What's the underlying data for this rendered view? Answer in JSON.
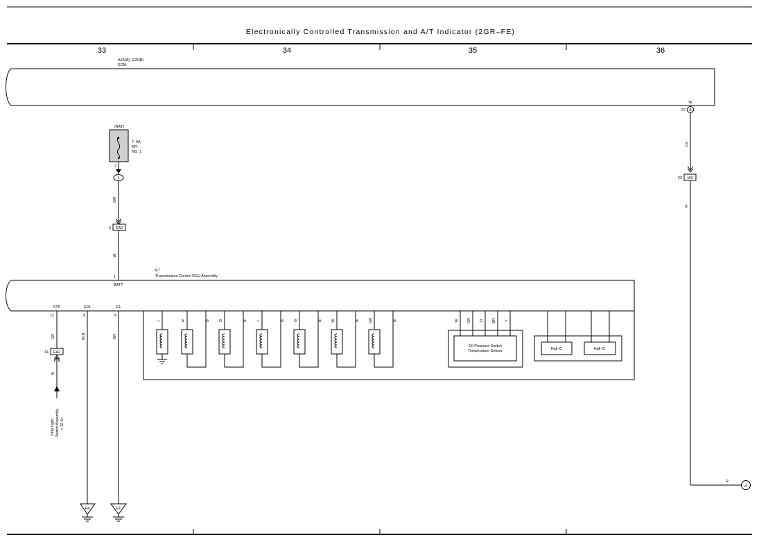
{
  "title": "Electronically Controlled Transmission and A/T Indicator (2GR–FE)",
  "columns": [
    "33",
    "34",
    "35",
    "36"
  ],
  "ecm": {
    "ref": "A25(A), E26(B)",
    "name": "ECM",
    "pin_pin": "27",
    "pin_conn": "A",
    "pin_wire": "W"
  },
  "fuse": {
    "source": "(BAT)",
    "rating": "7. 5A",
    "name": "EFI",
    "number": "NO. 1",
    "pin": "2",
    "junction": "1"
  },
  "wires": {
    "gr_upper": "GR",
    "w_batt": "W",
    "lg": "LG",
    "r_vertical": "R",
    "r_bottom": "R",
    "stp_gr": "GR",
    "stp_b": "B",
    "e01": "W-B",
    "e1": "BR"
  },
  "connectors": {
    "ea2_top": {
      "pin": "3",
      "name": "EA2"
    },
    "ia3": {
      "pin": "22",
      "name": "IA3"
    },
    "ea2_stp": {
      "pin": "14",
      "name": "EA2"
    }
  },
  "tcu": {
    "ref": "E7",
    "name": "Transmission Control ECU Assembly",
    "batt_pin": "1",
    "batt_label": "BATT",
    "bottom_pins": [
      {
        "label": "STP",
        "pin": "12"
      },
      {
        "label": "E01",
        "pin": "9"
      },
      {
        "label": "E1",
        "pin": "8"
      }
    ]
  },
  "solenoid_wires": [
    "L",
    "R",
    "B",
    "O",
    "B",
    "L",
    "B",
    "G",
    "B",
    "W",
    "B",
    "GR",
    "B"
  ],
  "sensor_wires": [
    "W",
    "GR",
    "O",
    "BR",
    "Y"
  ],
  "sensor": {
    "line1": "Oil Pressure Switch",
    "line2": "Temperature Sensor"
  },
  "hall": [
    "Hall IC",
    "Hall IC"
  ],
  "stop_light": {
    "line1": "Stop Light",
    "line2": "Switch Assembly",
    "line3": "< 12-5>"
  },
  "grounds": [
    "E4",
    "E1"
  ],
  "offpage": {
    "conn": "A"
  }
}
